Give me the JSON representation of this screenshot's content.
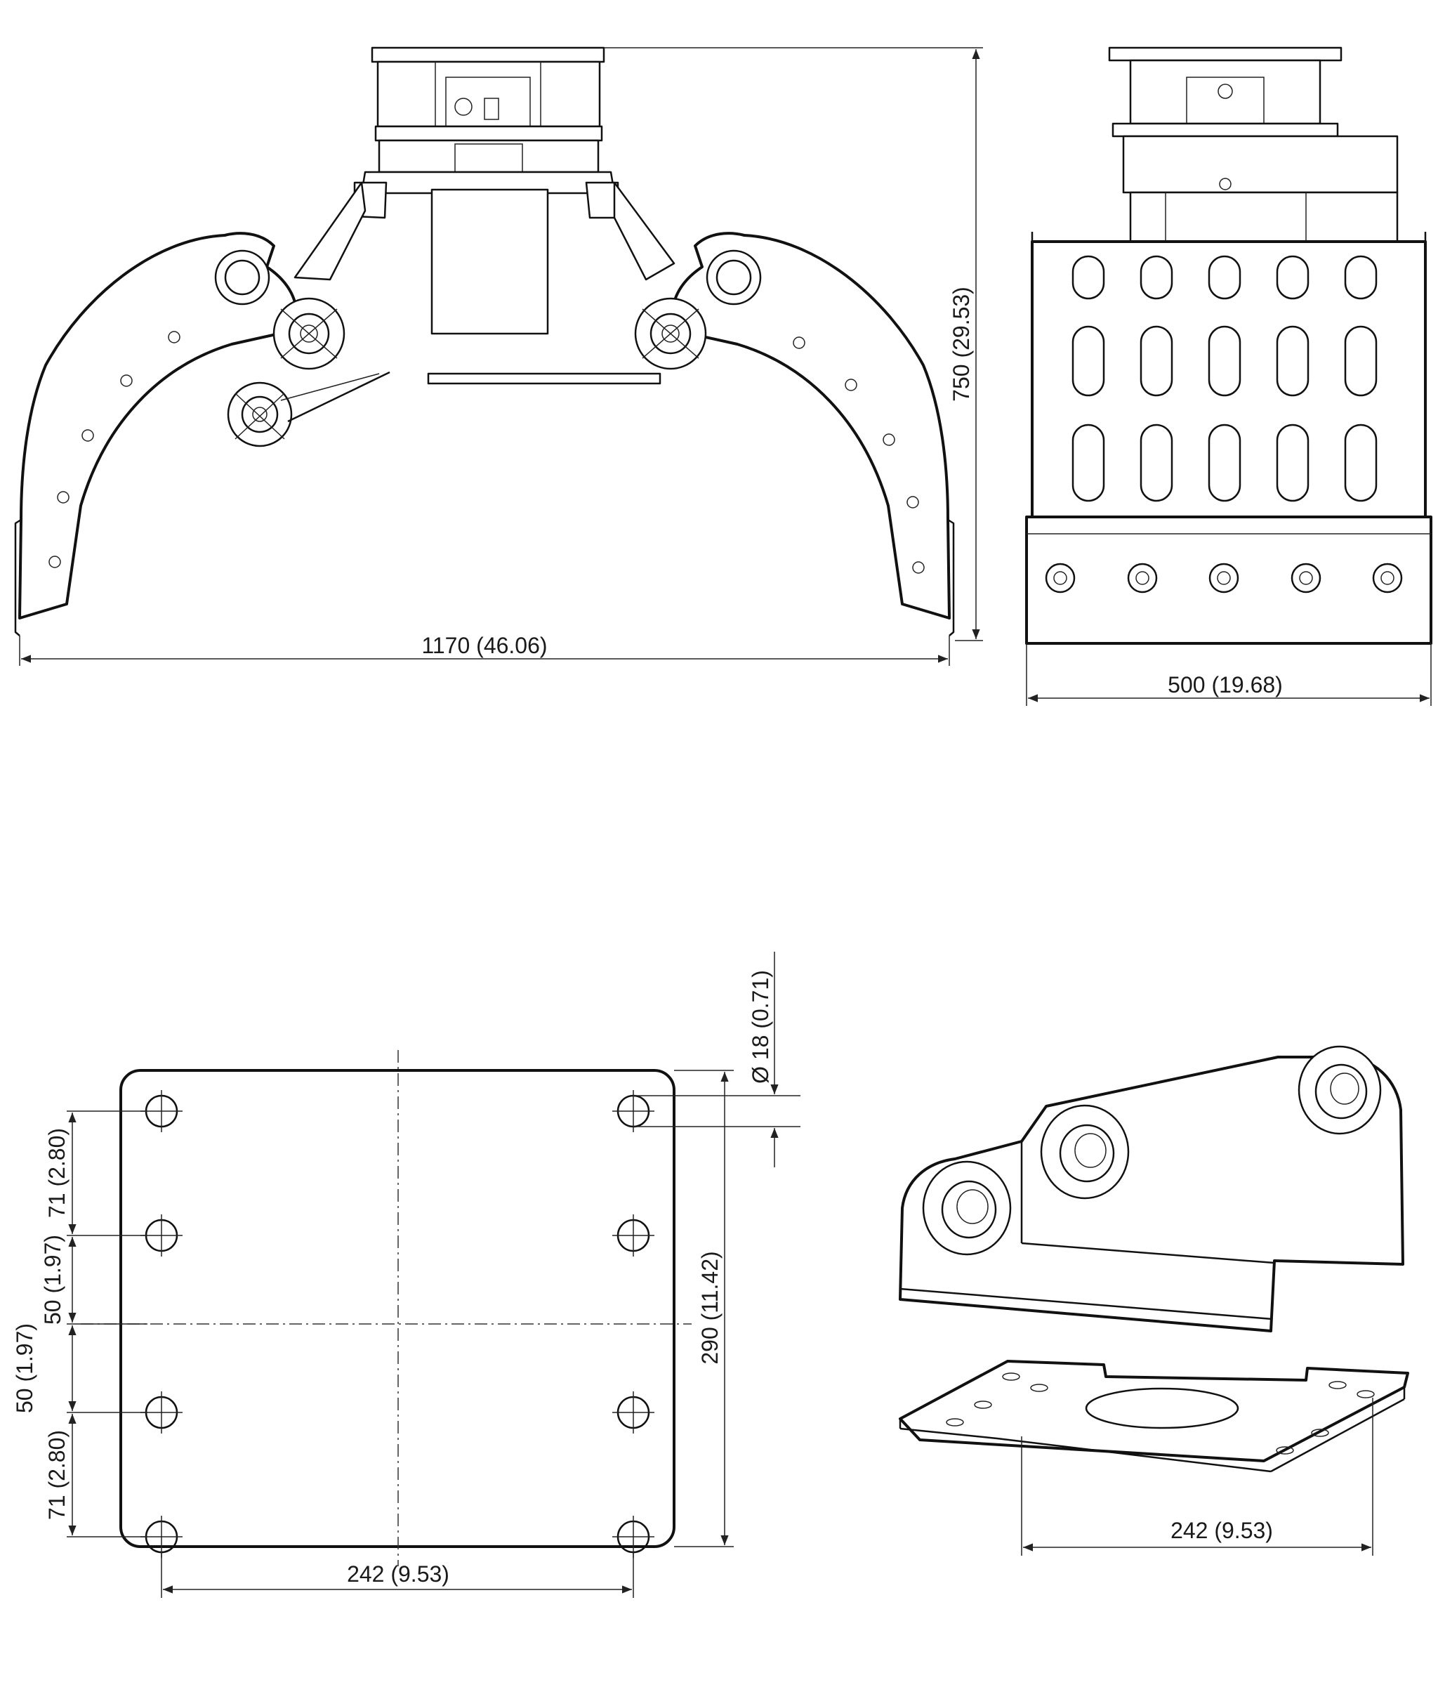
{
  "dimensions": {
    "front_width": "1170 (46.06)",
    "front_height": "750 (29.53)",
    "side_width": "500 (19.68)",
    "hole_diameter": "Ø 18 (0.71)",
    "plate_upper_71": "71 (2.80)",
    "plate_upper_50": "50 (1.97)",
    "plate_lower_50": "50 (1.97)",
    "plate_lower_71": "71 (2.80)",
    "plate_height": "290 (11.42)",
    "plate_width": "242 (9.53)",
    "iso_width": "242 (9.53)"
  }
}
